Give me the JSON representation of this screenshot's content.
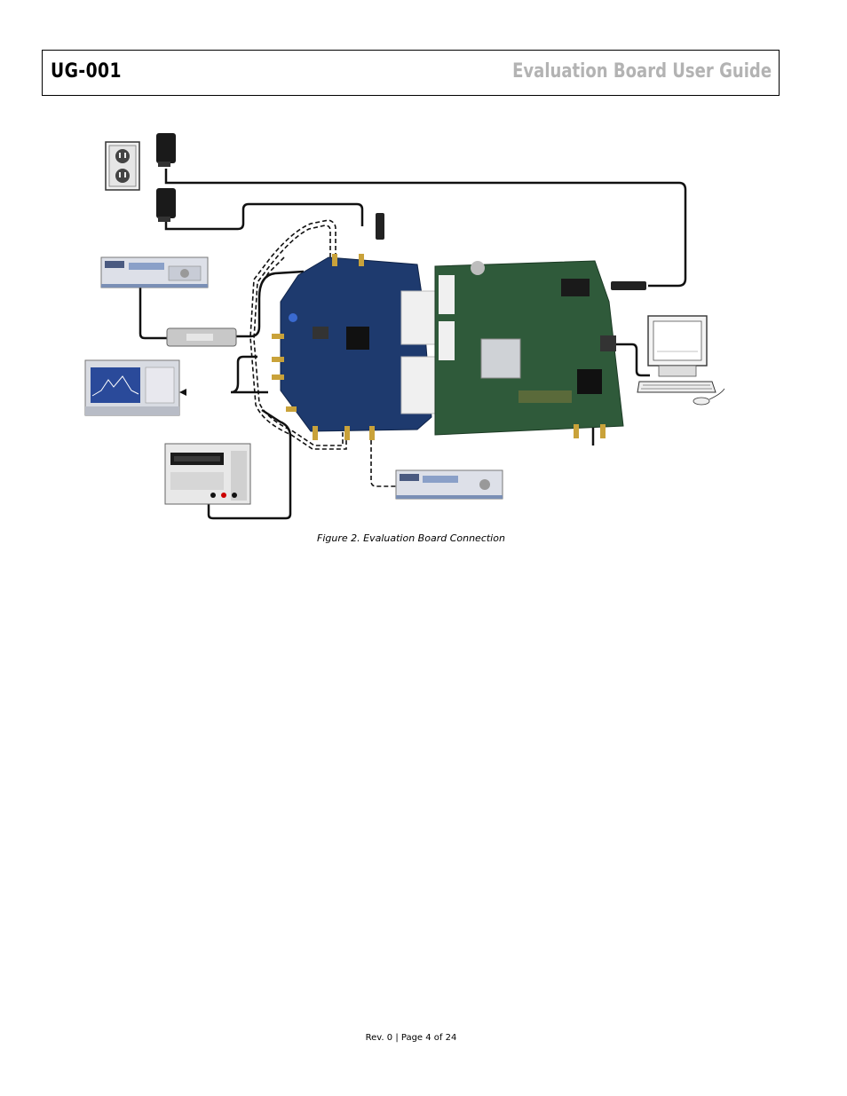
{
  "header": {
    "doc_id": "UG-001",
    "doc_title": "Evaluation Board User Guide"
  },
  "figure": {
    "caption": "Figure 2. Evaluation Board Connection",
    "components": [
      "wall-outlet-icon",
      "power-adapter-icon",
      "signal-generator-icon",
      "filter-icon",
      "spectrum-analyzer-icon",
      "power-supply-icon",
      "evaluation-board-icon",
      "fpga-board-icon",
      "computer-icon"
    ],
    "colors": {
      "eval_board": "#1e3a6e",
      "fpga_board": "#2f5a3a",
      "cable": "#111111",
      "instrument": "#dcdfe6"
    }
  },
  "footer": {
    "page_text": "Rev. 0 | Page 4 of 24"
  }
}
